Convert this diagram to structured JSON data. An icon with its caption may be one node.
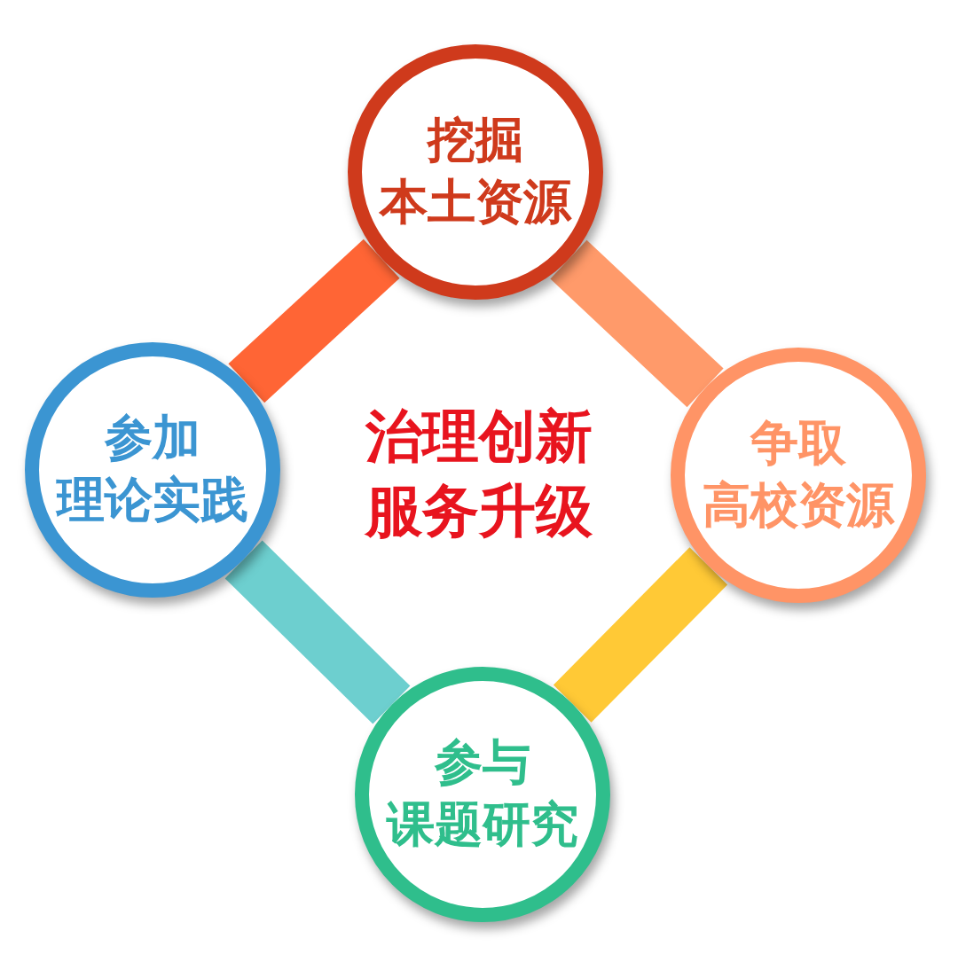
{
  "diagram": {
    "nodes": [
      {
        "text": [
          "挖掘本土资源"
        ]
      },
      {
        "text": [
          "参加理论实践"
        ]
      },
      {
        "text": [
          "争取高校资源"
        ]
      },
      {
        "text": [
          "参与课题研究"
        ]
      }
    ],
    "edges": [
      {
        "from": 0,
        "to": 1,
        "arrow": "none",
        "color": "#ff6535"
      },
      {
        "from": 0,
        "to": 2,
        "arrow": "none",
        "color": "#ff9a6a"
      },
      {
        "from": 2,
        "to": 3,
        "arrow": "none",
        "color": "#ffc936"
      },
      {
        "from": 1,
        "to": 3,
        "arrow": "none",
        "color": "#6dcfcf"
      }
    ],
    "labels": [
      "治理创新服务升级"
    ]
  }
}
